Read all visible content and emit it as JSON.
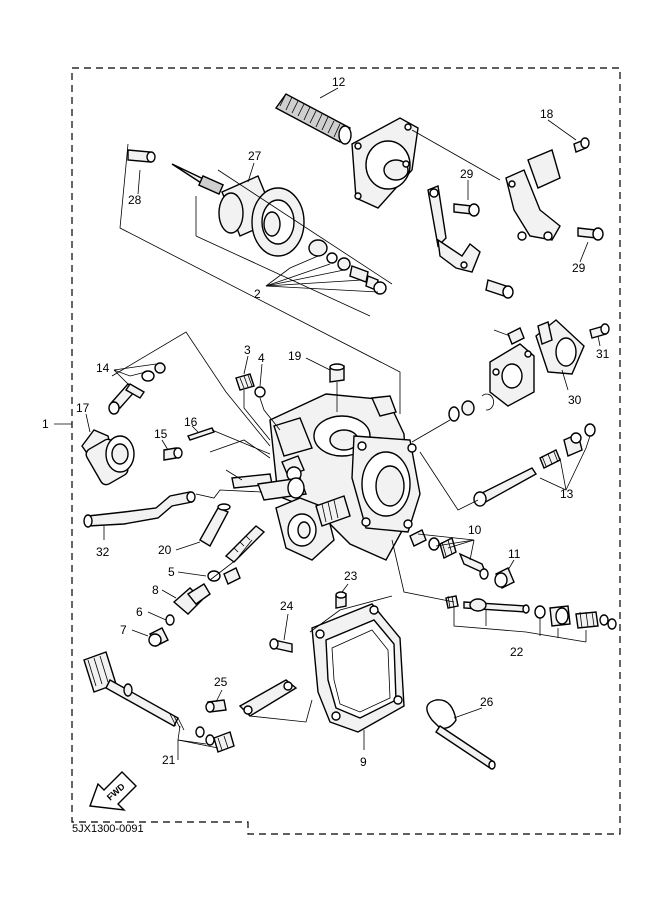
{
  "drawing_code": "5JX1300-0091",
  "fwd_label": "FWD",
  "callouts": {
    "c1": "1",
    "c2": "2",
    "c3": "3",
    "c4": "4",
    "c5": "5",
    "c6": "6",
    "c7": "7",
    "c8": "8",
    "c9": "9",
    "c10": "10",
    "c11": "11",
    "c12": "12",
    "c13": "13",
    "c14": "14",
    "c15": "15",
    "c16": "16",
    "c17": "17",
    "c18": "18",
    "c19": "19",
    "c20": "20",
    "c21": "21",
    "c22": "22",
    "c23": "23",
    "c24": "24",
    "c25": "25",
    "c26": "26",
    "c27": "27",
    "c28": "28",
    "c29a": "29",
    "c29b": "29",
    "c30": "30",
    "c31": "31",
    "c32": "32"
  },
  "colors": {
    "line": "#000000",
    "part_fill": "#f2f2f2",
    "background": "#ffffff"
  }
}
